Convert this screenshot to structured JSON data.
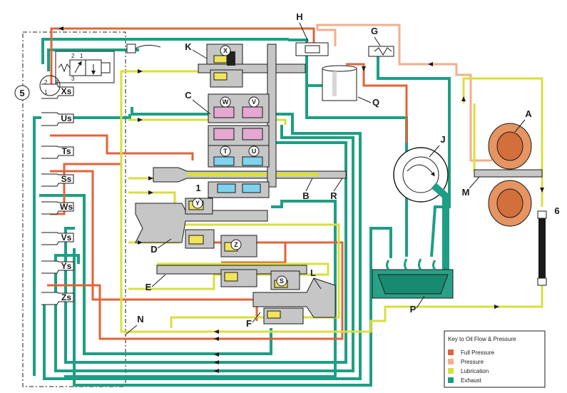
{
  "colors": {
    "full": "#e0643a",
    "pressure": "#f3ae8c",
    "lube": "#d9df3c",
    "exhaust": "#1e9e84",
    "ink": "#1a1a1a",
    "grey": "#b8b8b8"
  },
  "labels": {
    "A": "A",
    "B": "B",
    "C": "C",
    "D": "D",
    "E": "E",
    "F": "F",
    "G": "G",
    "H": "H",
    "J": "J",
    "K": "K",
    "L": "L",
    "M": "M",
    "N": "N",
    "P": "P",
    "Q": "Q",
    "R": "R",
    "n1": "1",
    "n5": "5",
    "n6": "6"
  },
  "valves": [
    "Xs",
    "Us",
    "Ts",
    "Ss",
    "Ws",
    "Vs",
    "Ys",
    "Zs"
  ],
  "clutches": {
    "X": "X",
    "W": "W",
    "V": "V",
    "T": "T",
    "U": "U",
    "Y": "Y",
    "Z": "Z",
    "S": "S"
  },
  "symbol": {
    "n1": "1",
    "n2": "2",
    "n3": "3",
    "n4": "1",
    "n5": "2"
  },
  "legend": {
    "title": "Key to Oil Flow & Pressure",
    "items": [
      {
        "label": "Full Pressure",
        "color": "#e0643a"
      },
      {
        "label": "Pressure",
        "color": "#f3ae8c"
      },
      {
        "label": "Lubrication",
        "color": "#d9df3c"
      },
      {
        "label": "Exhaust",
        "color": "#1e9e84"
      }
    ]
  }
}
